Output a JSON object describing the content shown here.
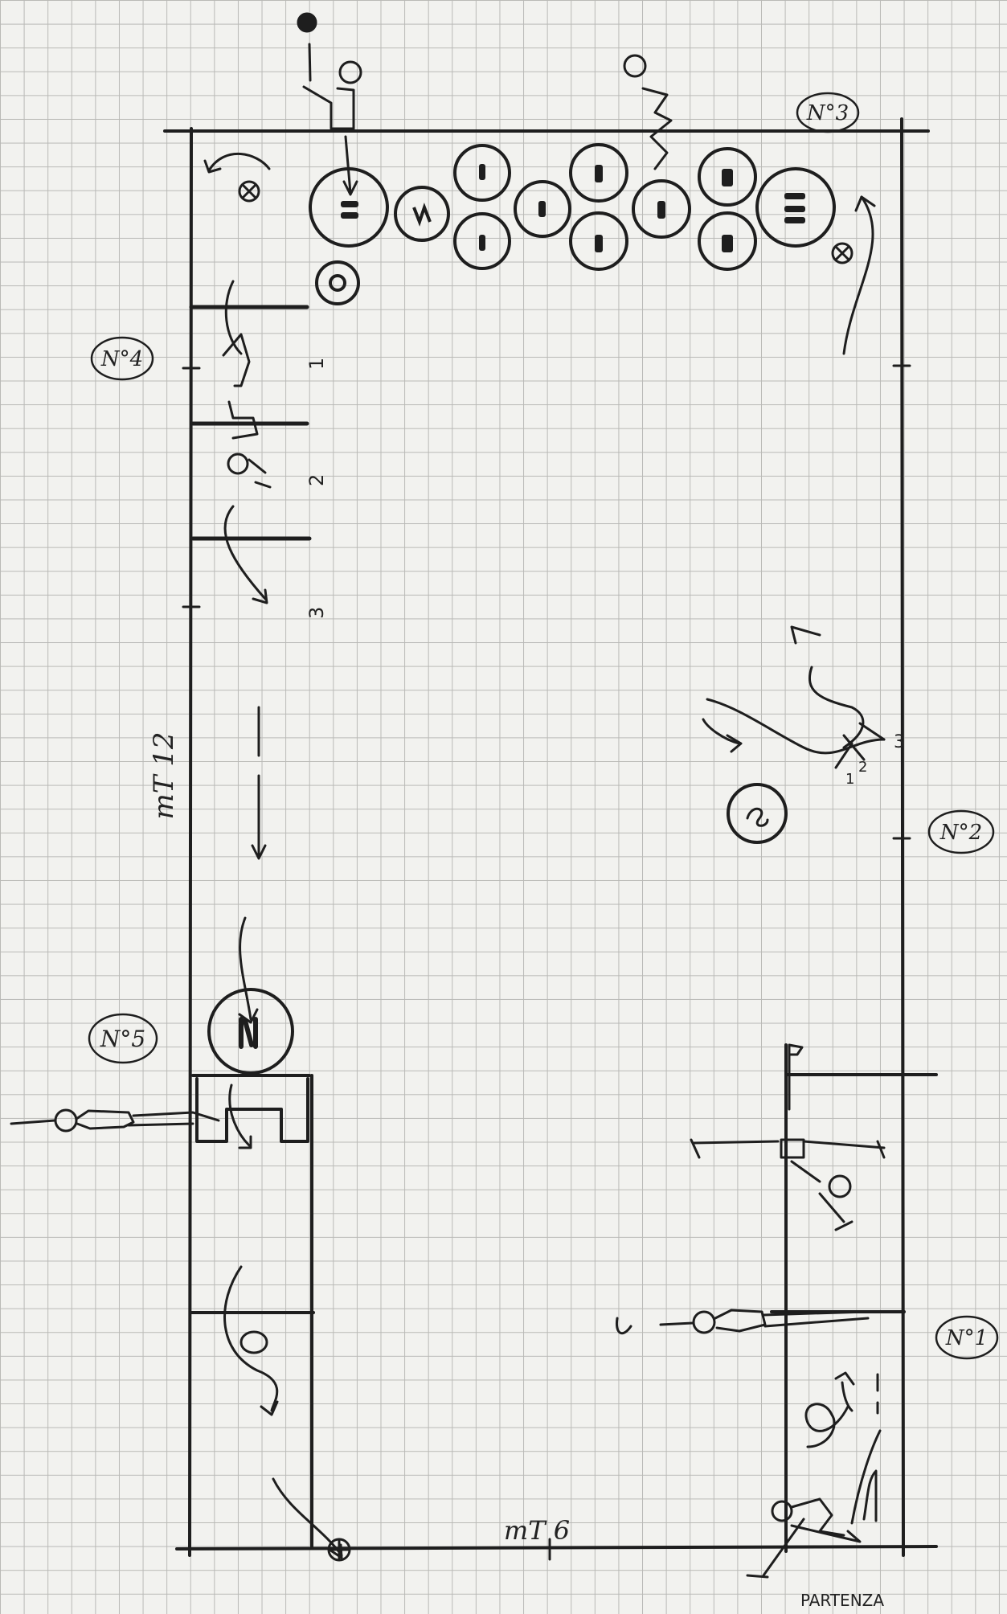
{
  "stations": [
    {
      "id": "n1",
      "label": "N°1"
    },
    {
      "id": "n2",
      "label": "N°2"
    },
    {
      "id": "n3",
      "label": "N°3"
    },
    {
      "id": "n4",
      "label": "N°4"
    },
    {
      "id": "n5",
      "label": "N°5"
    }
  ],
  "dimensions": {
    "length": "mT 12",
    "width": "mT 6"
  },
  "start_label": "PARTENZA",
  "hurdle_numbers": [
    "1",
    "2",
    "3"
  ],
  "turn_numbers": [
    "1",
    "2",
    "3"
  ]
}
